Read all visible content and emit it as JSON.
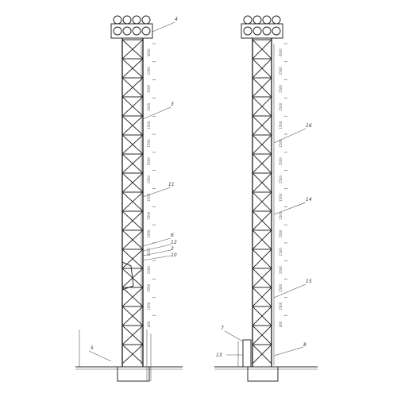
{
  "left_tower": {
    "callouts": [
      {
        "text": "4"
      },
      {
        "text": "3"
      },
      {
        "text": "11"
      },
      {
        "text": "6"
      },
      {
        "text": "12"
      },
      {
        "text": "2"
      },
      {
        "text": "10"
      },
      {
        "text": "5"
      }
    ],
    "dimensions": [
      "3000",
      "1500",
      "1500",
      "1500",
      "1500",
      "1500",
      "1500",
      "1500",
      "1500",
      "1500",
      "1500",
      "1500",
      "1500",
      "1500",
      "1500",
      "400"
    ]
  },
  "right_tower": {
    "callouts": [
      {
        "text": "16"
      },
      {
        "text": "14"
      },
      {
        "text": "15"
      },
      {
        "text": "7"
      },
      {
        "text": "13"
      },
      {
        "text": "8"
      }
    ],
    "dimensions": [
      "3000",
      "1500",
      "1500",
      "1500",
      "1500",
      "1500",
      "1500",
      "1500",
      "1500",
      "1500",
      "1500",
      "1500",
      "1500",
      "1500",
      "1500",
      "400"
    ]
  }
}
